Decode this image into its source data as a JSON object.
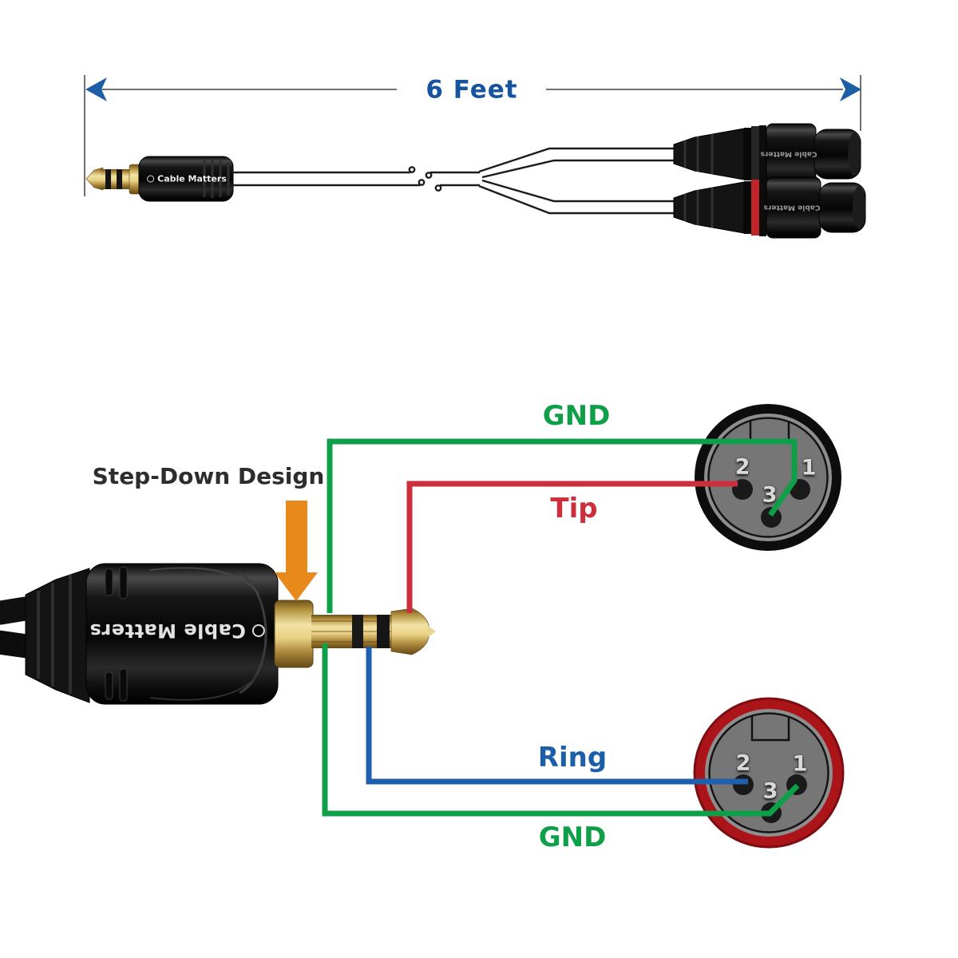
{
  "brand": {
    "name": "Cable Matters"
  },
  "dimension": {
    "length_label": "6 Feet"
  },
  "annotation": {
    "step_down_label": "Step-Down Design"
  },
  "wire_labels": {
    "gnd_top": "GND",
    "tip": "Tip",
    "ring": "Ring",
    "gnd_bottom": "GND"
  },
  "xlr_top": {
    "pin_1": "1",
    "pin_2": "2",
    "pin_3": "3"
  },
  "xlr_bottom": {
    "pin_1": "1",
    "pin_2": "2",
    "pin_3": "3"
  },
  "colors": {
    "gnd_wire": "#0f9f48",
    "tip_wire": "#ce2e39",
    "ring_wire": "#1e5fae",
    "dimension_text": "#15549e",
    "dimension_arrow": "#1d5fa4",
    "step_arrow": "#e8891b",
    "xlr_bottom_ring": "#ab1418",
    "xlr_face_gray": "#767676",
    "connector_gold": "#e9d284"
  }
}
